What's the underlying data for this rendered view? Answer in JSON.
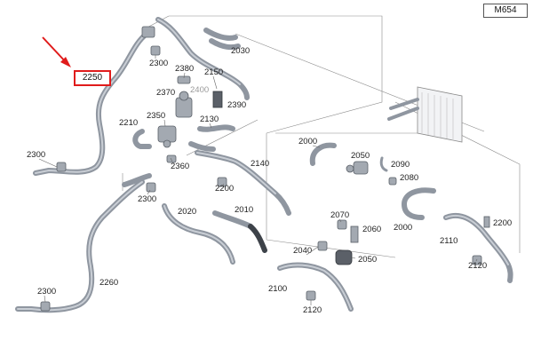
{
  "model_badge": "M654",
  "highlighted_part": "2250",
  "labels": {
    "p2030": "2030",
    "p2300_top": "2300",
    "p2380": "2380",
    "p2150": "2150",
    "p2370": "2370",
    "p2400": "2400",
    "p2390": "2390",
    "p2210": "2210",
    "p2350": "2350",
    "p2130": "2130",
    "p2360": "2360",
    "p2140": "2140",
    "p2200": "2200",
    "p2300_left": "2300",
    "p2300_mid": "2300",
    "p2020": "2020",
    "p2010": "2010",
    "p2000_a": "2000",
    "p2050_a": "2050",
    "p2090": "2090",
    "p2080": "2080",
    "p2000_b": "2000",
    "p2070": "2070",
    "p2060": "2060",
    "p2040": "2040",
    "p2050_b": "2050",
    "p2100": "2100",
    "p2120_a": "2120",
    "p2110": "2110",
    "p2200_b": "2200",
    "p2120_b": "2120",
    "p2260": "2260",
    "p2300_bottom": "2300"
  },
  "colors": {
    "highlight_box": "#e01b1b",
    "arrow": "#e01b1b",
    "hose": "#8f96a0"
  }
}
